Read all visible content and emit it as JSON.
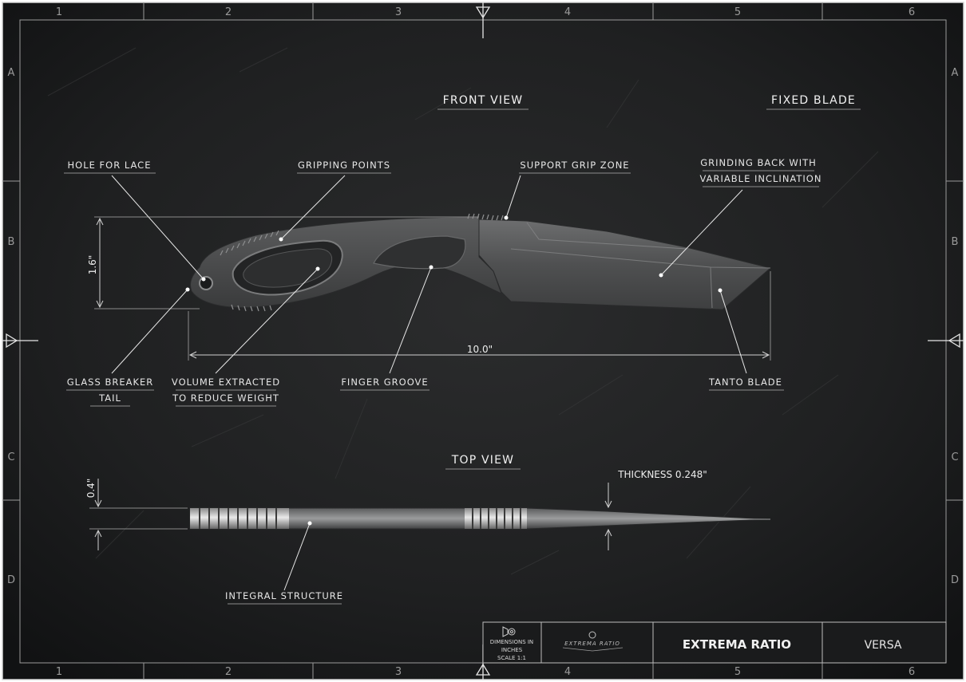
{
  "titles": {
    "front_view": "FRONT VIEW",
    "top_view": "TOP VIEW",
    "fixed_blade": "FIXED BLADE"
  },
  "labels": {
    "hole_for_lace": "HOLE FOR LACE",
    "gripping_points": "GRIPPING POINTS",
    "support_grip_zone": "SUPPORT GRIP ZONE",
    "grinding_back_1": "GRINDING BACK WITH",
    "grinding_back_2": "VARIABLE INCLINATION",
    "glass_breaker_1": "GLASS BREAKER",
    "glass_breaker_2": "TAIL",
    "volume_extracted_1": "VOLUME EXTRACTED",
    "volume_extracted_2": "TO REDUCE WEIGHT",
    "finger_groove": "FINGER GROOVE",
    "tanto_blade": "TANTO BLADE",
    "integral_structure": "INTEGRAL STRUCTURE"
  },
  "dimensions": {
    "height": "1.6\"",
    "length": "10.0\"",
    "width": "0.4\"",
    "thickness": "THICKNESS 0.248\""
  },
  "ruler": {
    "columns": [
      "1",
      "2",
      "3",
      "4",
      "5",
      "6"
    ],
    "rows": [
      "A",
      "B",
      "C",
      "D"
    ]
  },
  "title_block": {
    "dimensions_1": "DIMENSIONS IN",
    "dimensions_2": "INCHES",
    "scale": "SCALE 1:1",
    "logo_text": "EXTREMA RATIO",
    "brand": "EXTREMA RATIO",
    "model": "VERSA"
  },
  "colors": {
    "background": "#1c1d1e",
    "frame": "#d9d9d9",
    "text": "#e6e6e6",
    "steel": "#5a5b5c"
  }
}
